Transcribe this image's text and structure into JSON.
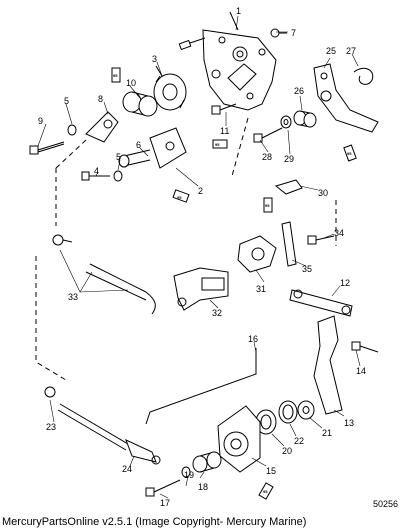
{
  "diagram": {
    "part_labels": [
      "1",
      "2",
      "3",
      "4",
      "5",
      "5",
      "6",
      "7",
      "8",
      "9",
      "10",
      "11",
      "12",
      "13",
      "14",
      "15",
      "16",
      "17",
      "18",
      "19",
      "20",
      "21",
      "22",
      "23",
      "24",
      "25",
      "26",
      "27",
      "28",
      "29",
      "30",
      "31",
      "32",
      "33",
      "34",
      "35"
    ],
    "sealant_tag": "95",
    "reference_number": "50256"
  },
  "footer": {
    "caption": "MercuryPartsOnline v2.5.1 (Image Copyright- Mercury Marine)"
  }
}
